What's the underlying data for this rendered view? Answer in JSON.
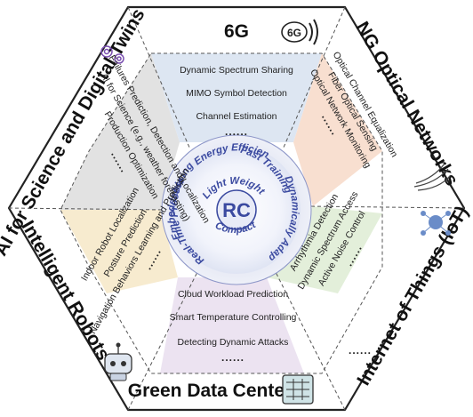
{
  "center": {
    "label": "RC",
    "properties": [
      "Energy Efficient",
      "Fast Training",
      "Dynamically Adaptable",
      "Compact",
      "Light Weight",
      "Real-Time Processing",
      "Embeddable"
    ]
  },
  "sectors": {
    "top": {
      "title": "6G",
      "icon_badge": "6G",
      "items": [
        "Dynamic Spectrum Sharing",
        "MIMO Symbol Detection",
        "Channel Estimation",
        "......"
      ]
    },
    "upper_right": {
      "title": "NG Optical Networks",
      "items": [
        "Optical Channel Equalization",
        "Fiber Optical Sensing",
        "Optical Network Monitoring",
        "......"
      ]
    },
    "lower_right": {
      "title": "Internet of Things (IoT)",
      "items": [
        "Arrhythmia Detection",
        "Dynamic Spectrum Access",
        "Active Noise Control",
        "......"
      ]
    },
    "bottom": {
      "title": "Green Data Center",
      "items": [
        "Cloud Workload Prediction",
        "Smart Temperature Controlling",
        "Detecting Dynamic Attacks",
        "......"
      ]
    },
    "lower_left": {
      "title": "Intelligent Robots",
      "items": [
        "Indoor Robot Localization",
        "Posture Prediction",
        "Navigation Behaviors Learning and Prediction",
        "......"
      ]
    },
    "upper_left": {
      "title": "AI for Science and Digital Twins",
      "items": [
        "Failures Prediction, Detection and Localization",
        "AI for Science (e.g., weather forecasting)",
        "Production Optimization",
        "......"
      ]
    },
    "extra": "......"
  },
  "colors": {
    "top_fill": "#dde6f2",
    "upper_right_fill": "#f8dfd0",
    "lower_right_fill": "#e3efda",
    "bottom_fill": "#ece3f1",
    "lower_left_fill": "#f7ebcf",
    "upper_left_fill": "#e2e2e2",
    "core_text": "#3b4aa0"
  }
}
